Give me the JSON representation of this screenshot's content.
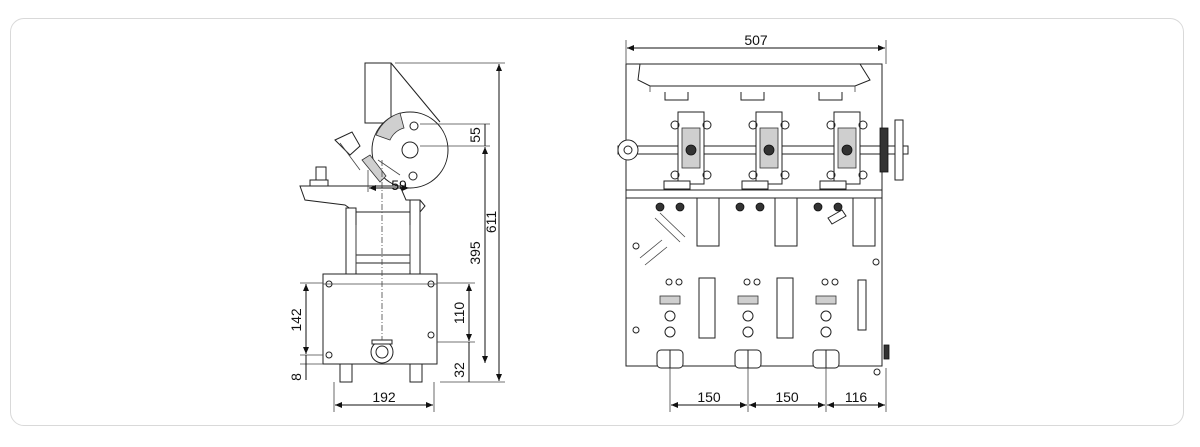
{
  "dimensions": {
    "side_total_height": "611",
    "side_height_395": "395",
    "side_top_55": "55",
    "side_offset_59": "59",
    "side_box_110": "110",
    "side_base_32": "32",
    "side_left_142": "142",
    "side_left_8": "8",
    "side_width_192": "192",
    "front_width_507": "507",
    "front_pitch_1": "150",
    "front_pitch_2": "150",
    "front_edge_116": "116"
  }
}
